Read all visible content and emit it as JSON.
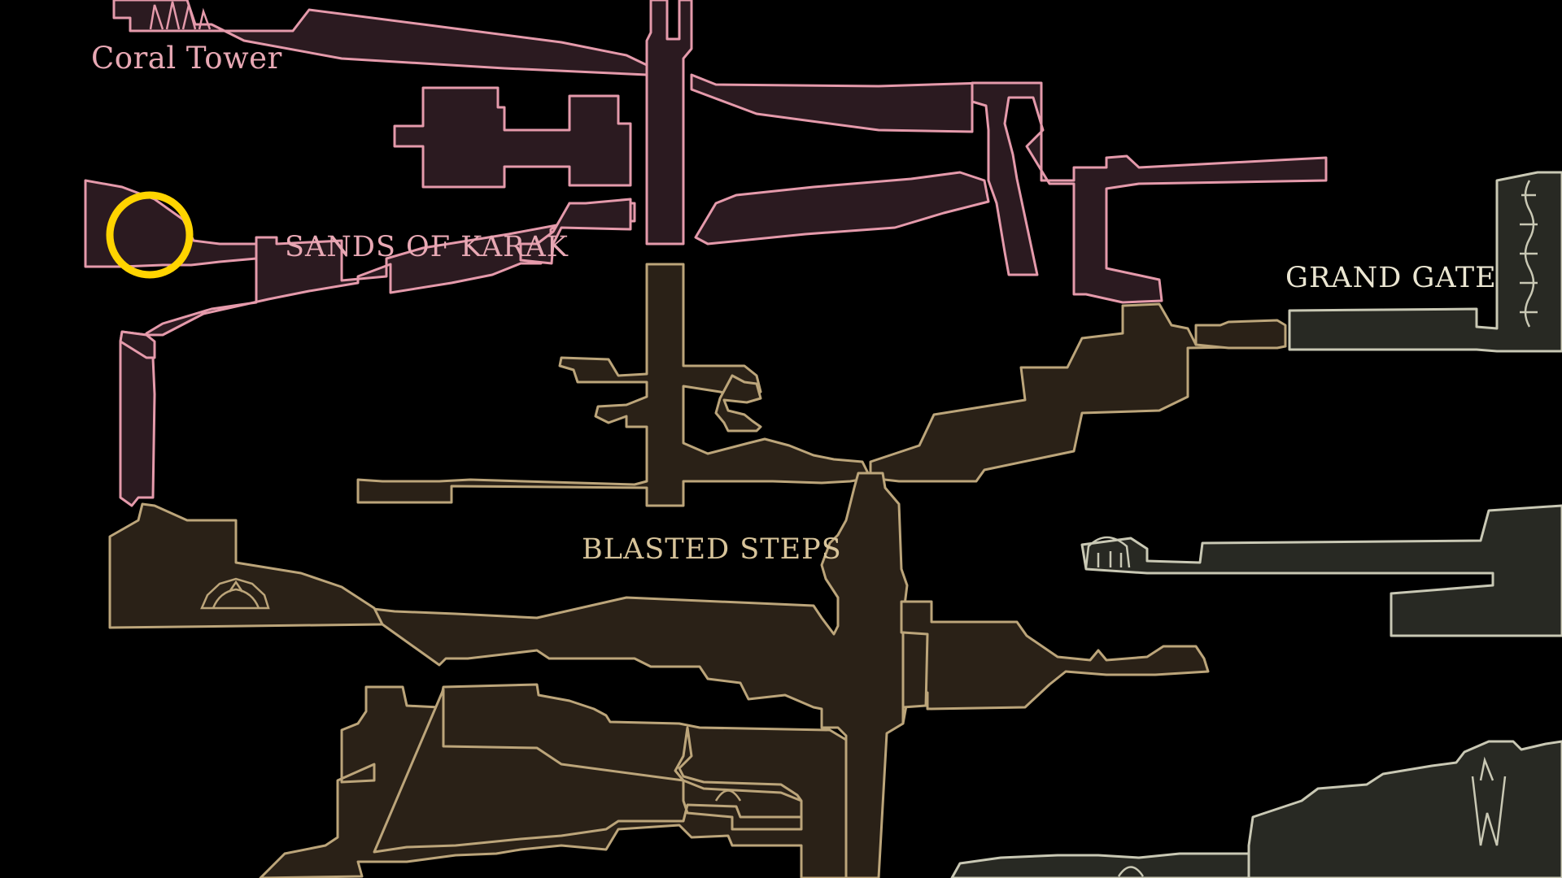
{
  "map": {
    "labels": {
      "coral_tower": "Coral Tower",
      "sands_of_karak": "SANDS OF KARAK",
      "grand_gate": "GRAND GATE",
      "blasted_steps": "BLASTED STEPS"
    },
    "region_colors": {
      "sands_of_karak": "#e59aab",
      "blasted_steps": "#bca57a",
      "grand_gate": "#c9c8b4"
    },
    "marker": {
      "icon": "location-ring-icon",
      "color": "#ffd400"
    }
  }
}
